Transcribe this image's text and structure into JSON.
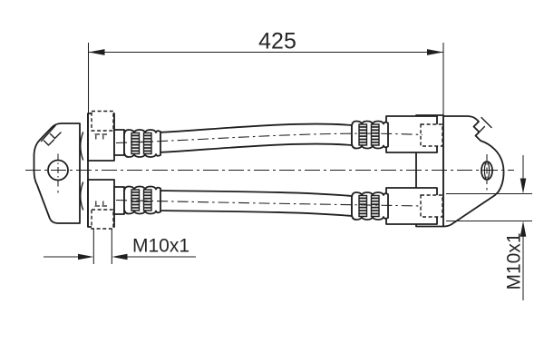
{
  "drawing": {
    "type": "technical-drawing-brake-hose",
    "colors": {
      "background": "#ffffff",
      "line": "#1f1f1f",
      "text": "#262626"
    },
    "labels": {
      "overall_length": "425",
      "thread_bottom_left": "M10x1",
      "thread_right": "M10x1"
    }
  }
}
